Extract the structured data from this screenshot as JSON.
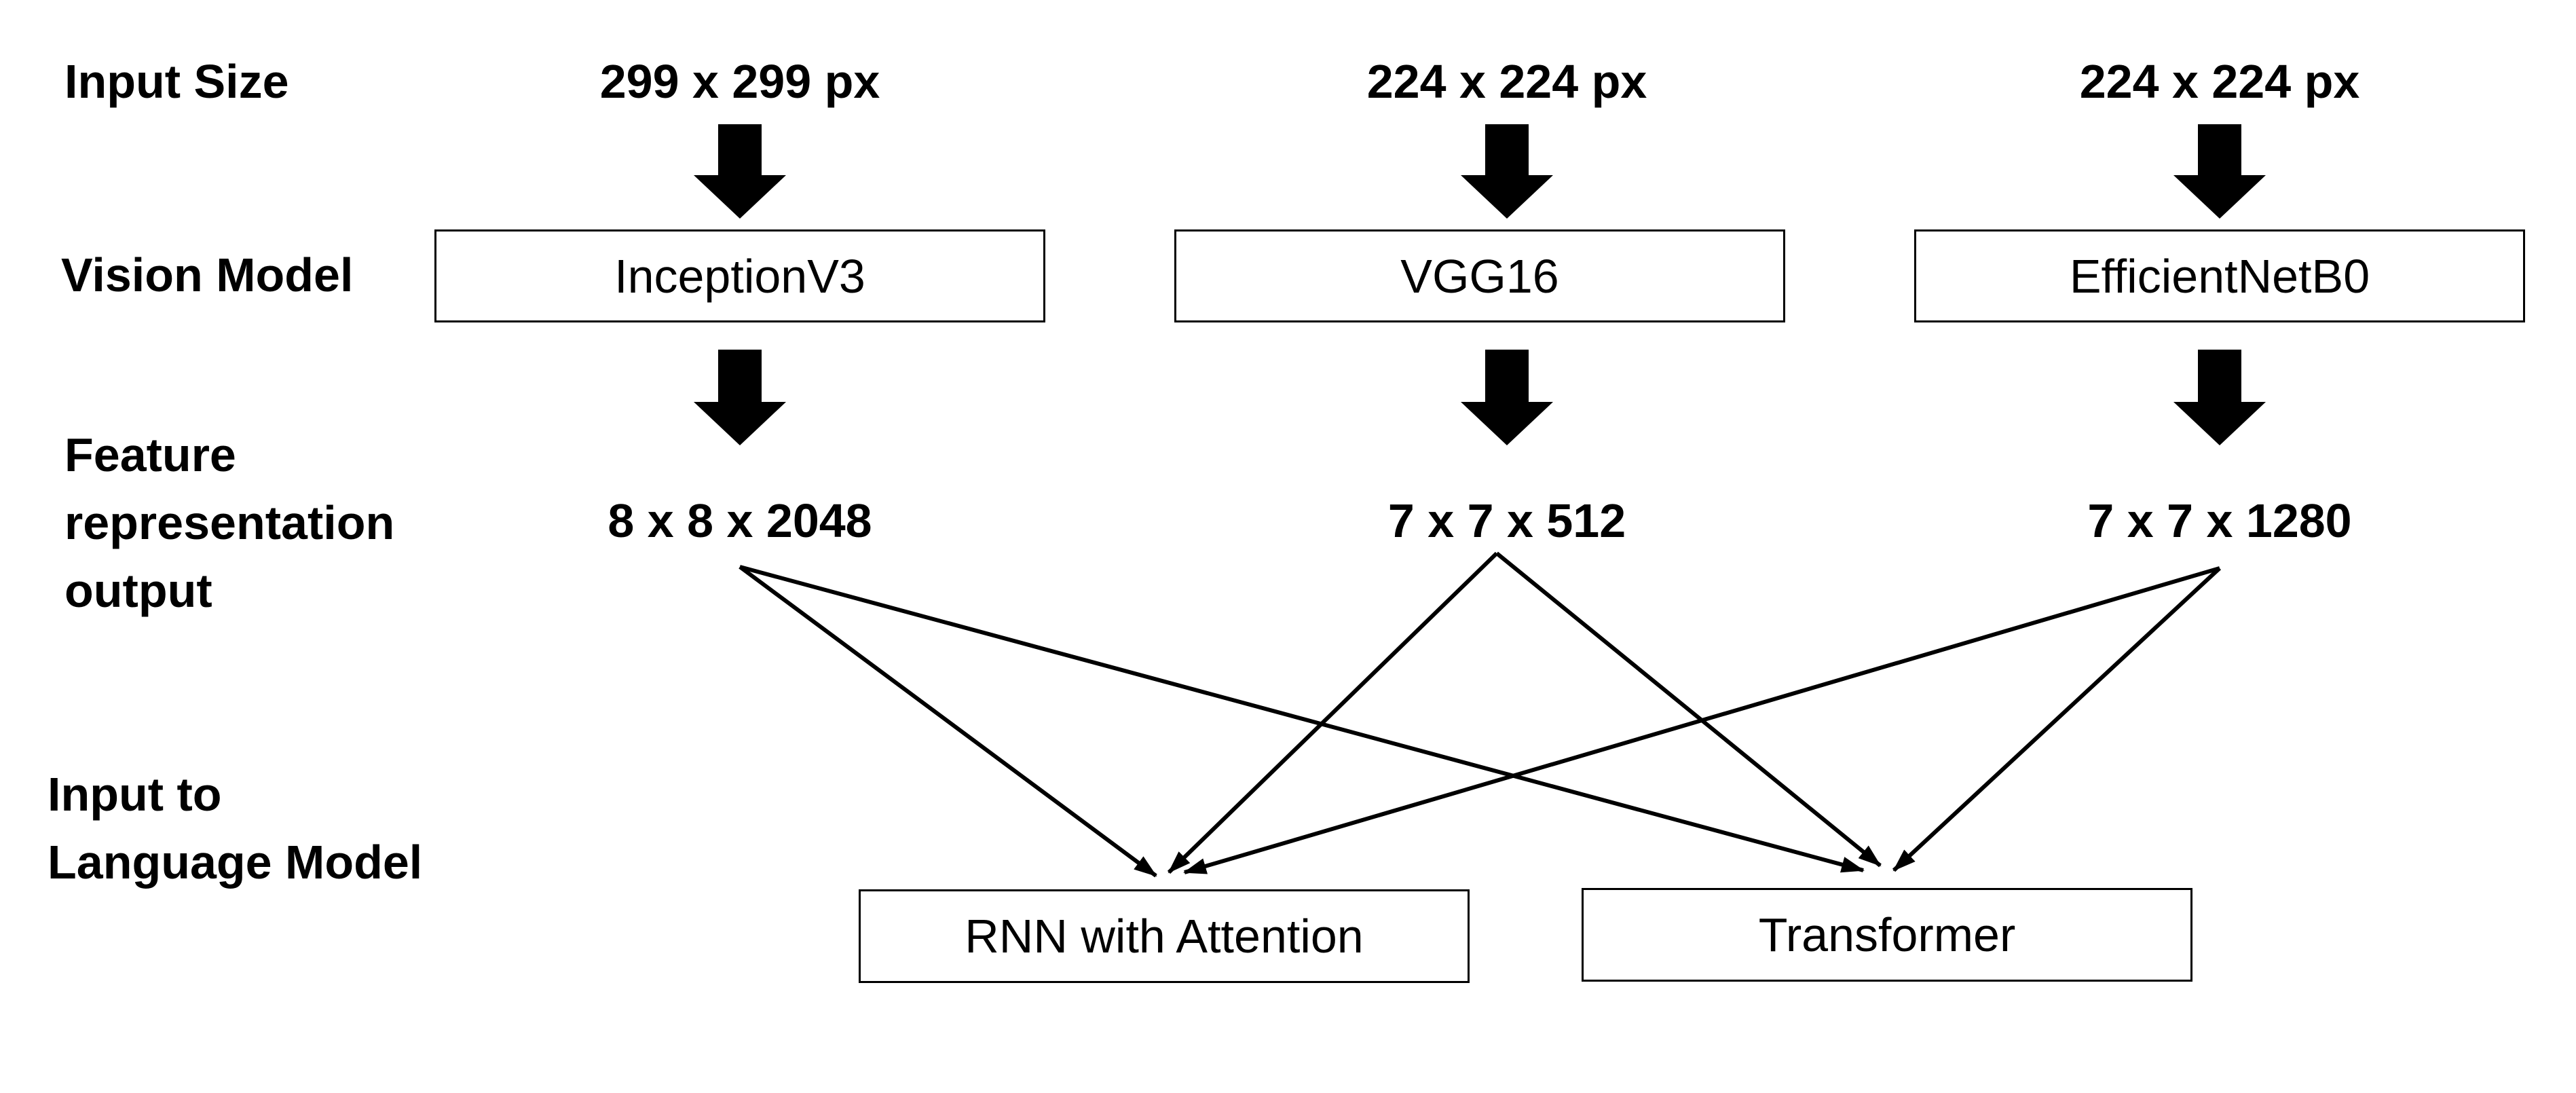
{
  "row_labels": {
    "input_size": "Input Size",
    "vision_model": "Vision Model",
    "feature_output": "Feature\nrepresentation\noutput",
    "language_input": "Input to\nLanguage Model"
  },
  "columns": [
    {
      "input_size": "299 x 299 px",
      "vision_model": "InceptionV3",
      "feature_shape": "8 x 8 x 2048"
    },
    {
      "input_size": "224 x 224 px",
      "vision_model": "VGG16",
      "feature_shape": "7 x 7 x 512"
    },
    {
      "input_size": "224 x 224 px",
      "vision_model": "EfficientNetB0",
      "feature_shape": "7 x 7 x 1280"
    }
  ],
  "language_models": [
    {
      "label": "RNN with Attention"
    },
    {
      "label": "Transformer"
    }
  ],
  "connections": [
    {
      "from": "InceptionV3",
      "to": "RNN with Attention"
    },
    {
      "from": "InceptionV3",
      "to": "Transformer"
    },
    {
      "from": "VGG16",
      "to": "RNN with Attention"
    },
    {
      "from": "VGG16",
      "to": "Transformer"
    },
    {
      "from": "EfficientNetB0",
      "to": "RNN with Attention"
    },
    {
      "from": "EfficientNetB0",
      "to": "Transformer"
    }
  ]
}
